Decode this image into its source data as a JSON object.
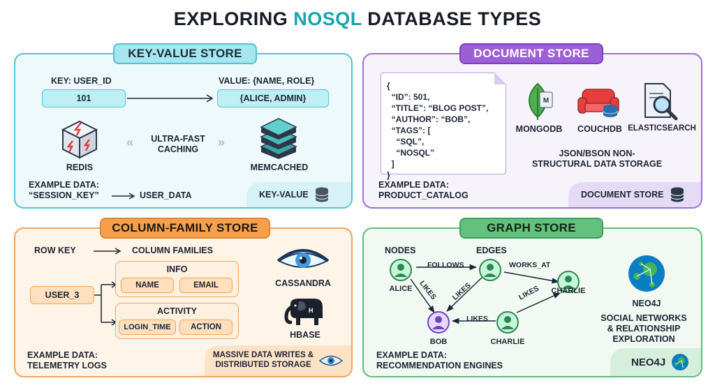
{
  "title": {
    "prefix": "EXPLORING ",
    "accent": "NOSQL",
    "suffix": " DATABASE TYPES"
  },
  "colors": {
    "key_value": "#4fc3d6",
    "document": "#9d6fd6",
    "column_family": "#f2a35a",
    "graph": "#5bbd78",
    "accent": "#1aa3ad"
  },
  "key_value": {
    "header": "KEY-VALUE STORE",
    "key_label": "KEY: USER_ID",
    "value_label": "VALUE: {NAME, ROLE}",
    "key_box": "101",
    "value_box": "{ALICE, ADMIN}",
    "caching_line1": "ULTRA-FAST",
    "caching_line2": "CACHING",
    "redis": "REDIS",
    "memcached": "MEMCACHED",
    "example_line1": "EXAMPLE DATA:",
    "example_key": "“SESSION_KEY”",
    "example_value": "USER_DATA",
    "corner": "KEY-VALUE",
    "icons": [
      "redis-icon",
      "memcached-icon",
      "database-icon"
    ]
  },
  "document": {
    "header": "DOCUMENT STORE",
    "code": "{\n  “ID”: 501,\n  “TITLE”: “BLOG POST”,\n  “AUTHOR”: “BOB”,\n  “TAGS”: [\n    “SQL”,\n    “NOSQL”\n  ]\n}",
    "mongodb": "MONGODB",
    "couchdb": "COUCHDB",
    "elasticsearch": "ELASTICSEARCH",
    "desc_line1": "JSON/BSON NON-",
    "desc_line2": "STRUCTURAL DATA STORAGE",
    "example_line1": "EXAMPLE DATA:",
    "example_line2": "PRODUCT_CATALOG",
    "corner": "DOCUMENT STORE",
    "icons": [
      "mongodb-icon",
      "couchdb-icon",
      "elasticsearch-icon",
      "database-icon"
    ]
  },
  "column_family": {
    "header": "COLUMN-FAMILY STORE",
    "row_key": "ROW KEY",
    "column_families": "COLUMN FAMILIES",
    "row": "USER_3",
    "group1_title": "INFO",
    "group1_cols": [
      "NAME",
      "EMAIL"
    ],
    "group2_title": "ACTIVITY",
    "group2_cols": [
      "LOGIN_TIME",
      "ACTION"
    ],
    "cassandra": "CASSANDRA",
    "hbase": "HBASE",
    "example_line1": "EXAMPLE DATA:",
    "example_line2": "TELEMETRY LOGS",
    "corner_line1": "MASSIVE DATA WRITES &",
    "corner_line2": "DISTRIBUTED STORAGE",
    "icons": [
      "cassandra-eye-icon",
      "hbase-elephant-icon"
    ]
  },
  "graph": {
    "header": "GRAPH STORE",
    "nodes_label": "NODES",
    "edges_label": "EDGES",
    "node_alice": "ALICE",
    "node_charlie_top": "CHARLIE",
    "node_bob": "BOB",
    "node_charlie_bottom": "CHARLIE",
    "edge_follows": "FOLLOWS",
    "edge_works_at": "WORKS_AT",
    "edge_likes_1": "LIKES",
    "edge_likes_2": "LIKES",
    "edge_likes_3": "LIKES",
    "edge_likes_4": "LIKES",
    "neo4j": "NEO4J",
    "desc_line1": "SOCIAL NETWORKS",
    "desc_line2": "& RELATIONSHIP",
    "desc_line3": "EXPLORATION",
    "example_line1": "EXAMPLE DATA:",
    "example_line2": "RECOMMENDATION ENGINES",
    "corner": "NEO4J",
    "icons": [
      "neo4j-icon",
      "user-node-icon"
    ]
  }
}
